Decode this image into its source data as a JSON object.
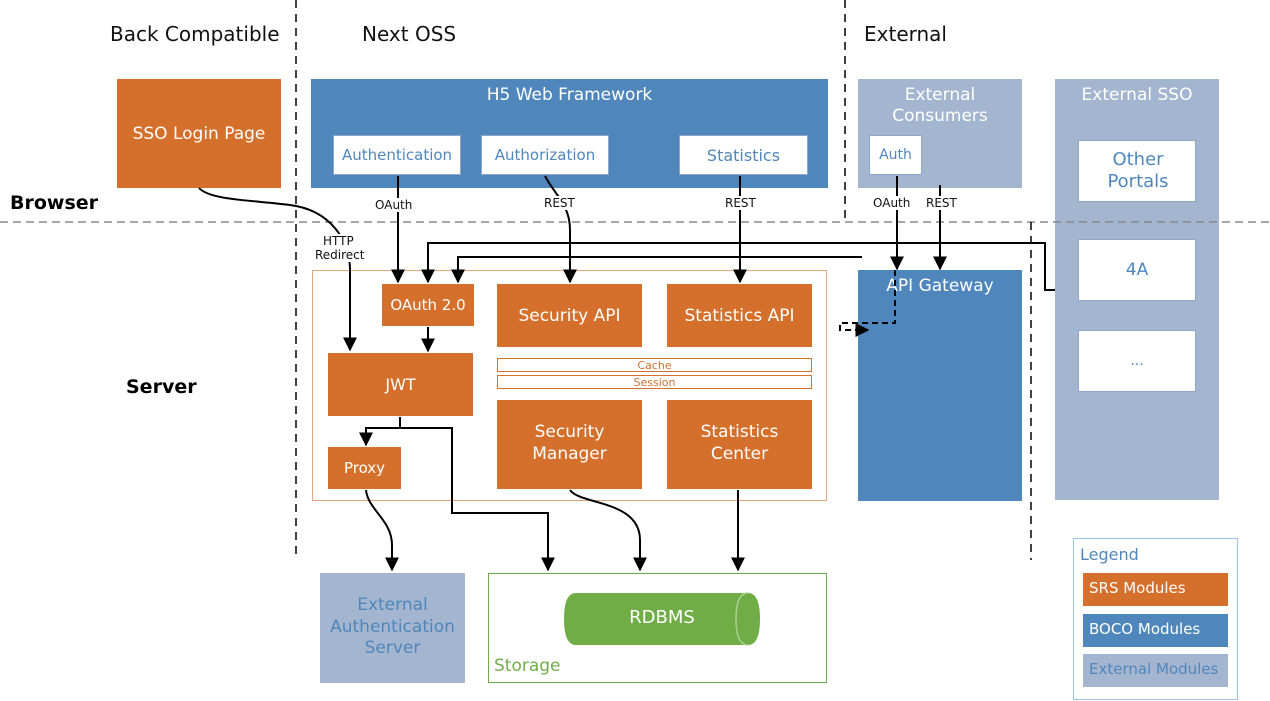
{
  "regions": {
    "back_compatible": "Back Compatible",
    "next_oss": "Next OSS",
    "external": "External",
    "browser": "Browser",
    "server": "Server"
  },
  "browser": {
    "sso_login_page": "SSO Login Page",
    "h5_framework": {
      "title": "H5 Web Framework",
      "authentication": "Authentication",
      "authorization": "Authorization",
      "statistics": "Statistics"
    },
    "external_consumers": {
      "title_line1": "External",
      "title_line2": "Consumers",
      "auth": "Auth"
    },
    "external_sso": {
      "title": "External SSO",
      "other_portals_line1": "Other",
      "other_portals_line2": "Portals",
      "four_a": "4A",
      "ellipsis": "..."
    }
  },
  "edge_labels": {
    "oauth1": "OAuth",
    "rest1": "REST",
    "rest2": "REST",
    "oauth2": "OAuth",
    "rest3": "REST",
    "http_redirect_line1": "HTTP",
    "http_redirect_line2": "Redirect"
  },
  "server": {
    "oauth2": "OAuth 2.0",
    "security_api": "Security API",
    "statistics_api": "Statistics API",
    "cache": "Cache",
    "session": "Session",
    "jwt": "JWT",
    "proxy": "Proxy",
    "security_manager_line1": "Security",
    "security_manager_line2": "Manager",
    "statistics_center_line1": "Statistics",
    "statistics_center_line2": "Center",
    "api_gateway": "API Gateway"
  },
  "bottom": {
    "ext_auth_line1": "External",
    "ext_auth_line2": "Authentication",
    "ext_auth_line3": "Server",
    "rdbms": "RDBMS",
    "storage": "Storage"
  },
  "legend": {
    "title": "Legend",
    "srs": "SRS Modules",
    "boco": "BOCO Modules",
    "external": "External Modules"
  },
  "colors": {
    "srs": "#D4702C",
    "boco": "#4F87BD",
    "external": "#A4B5CF",
    "storage": "#70AD47"
  }
}
